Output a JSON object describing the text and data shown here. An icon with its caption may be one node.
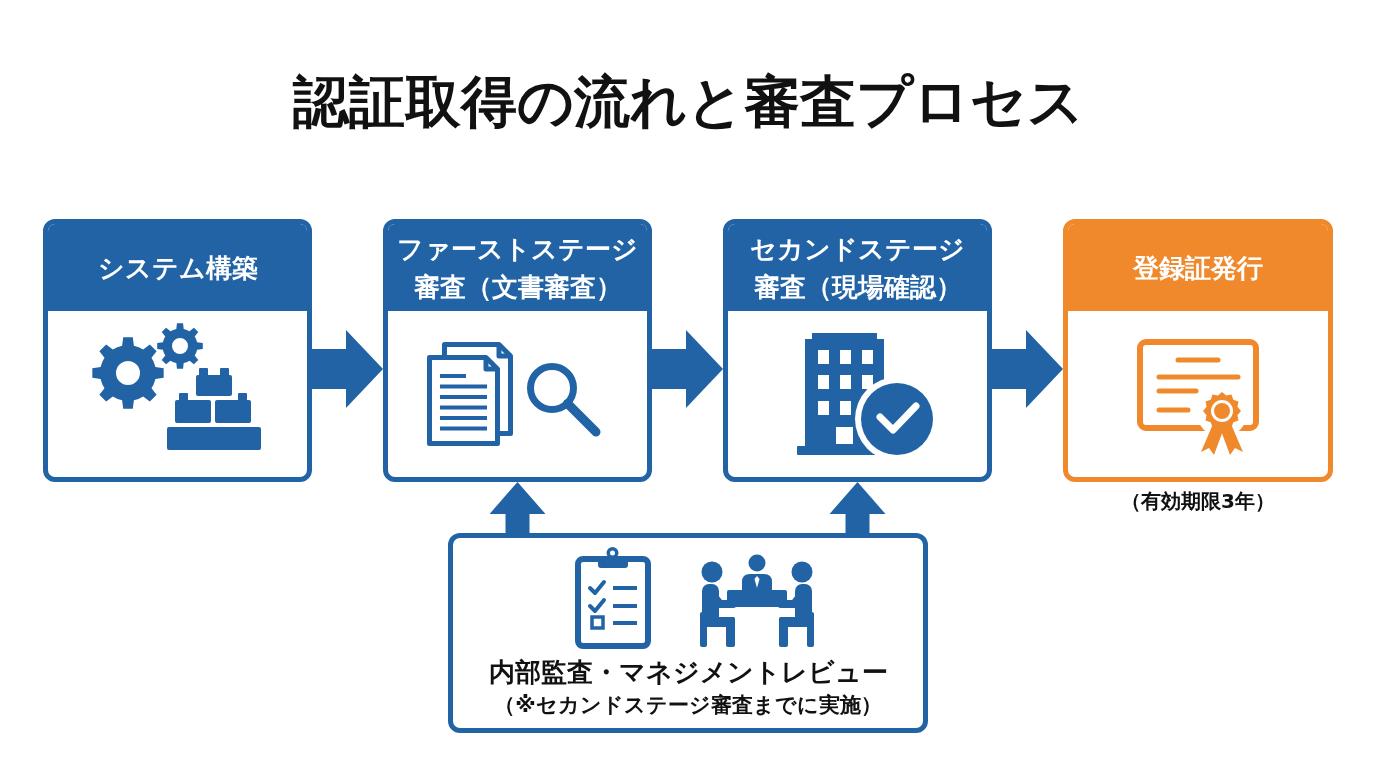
{
  "diagram": {
    "title": "認証取得の流れと審査プロセス",
    "nodes": [
      {
        "text": [
          "システム構築"
        ]
      },
      {
        "text": [
          "ファーストステージ審査（文書審査）"
        ]
      },
      {
        "text": [
          "セカンドステージ審査（現場確認）"
        ]
      },
      {
        "text": [
          "登録証発行"
        ],
        "beside": [
          "（有効期限3年）"
        ]
      },
      {
        "text": [
          "内部監査・マネジメントレビュー",
          "（※セカンドステージ審査までに実施）"
        ]
      }
    ],
    "edges": [
      {
        "from": 0,
        "to": 1,
        "arrow": "to"
      },
      {
        "from": 1,
        "to": 2,
        "arrow": "to"
      },
      {
        "from": 2,
        "to": 3,
        "arrow": "to"
      },
      {
        "from": 4,
        "to": 1,
        "arrow": "to"
      },
      {
        "from": 4,
        "to": 2,
        "arrow": "to"
      }
    ]
  }
}
